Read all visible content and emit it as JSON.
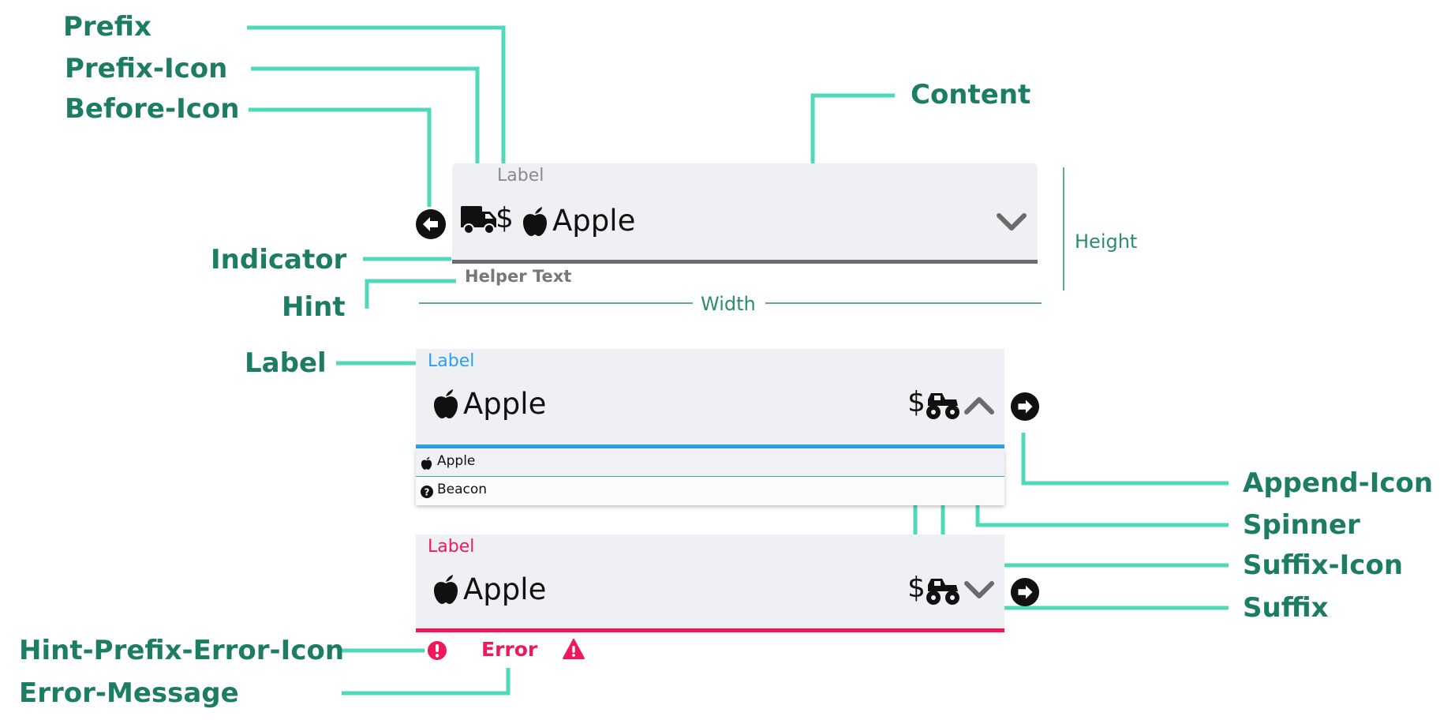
{
  "annotations": {
    "prefix": "Prefix",
    "prefix_icon": "Prefix-Icon",
    "before_icon": "Before-Icon",
    "content": "Content",
    "indicator": "Indicator",
    "hint": "Hint",
    "label": "Label",
    "append_icon": "Append-Icon",
    "spinner": "Spinner",
    "suffix_icon": "Suffix-Icon",
    "suffix": "Suffix",
    "hint_prefix_error_icon": "Hint-Prefix-Error-Icon",
    "error_message": "Error-Message"
  },
  "measures": {
    "height": "Height",
    "width": "Width"
  },
  "field1": {
    "label": "Label",
    "prefix": "$",
    "value": "Apple",
    "hint": "Helper Text",
    "icons": [
      "arrow-left-circle-icon",
      "truck-icon",
      "apple-icon",
      "chevron-down-icon"
    ]
  },
  "field2": {
    "label": "Label",
    "value": "Apple",
    "suffix": "$",
    "icons": [
      "apple-icon",
      "monster-truck-icon",
      "chevron-up-icon",
      "arrow-right-circle-icon"
    ],
    "menu_items": [
      {
        "label": "Apple",
        "icon": "apple-icon"
      },
      {
        "label": "Beacon",
        "icon": "question-circle-icon"
      }
    ]
  },
  "field3": {
    "label": "Label",
    "value": "Apple",
    "suffix": "$",
    "error_message": "Error",
    "icons": [
      "apple-icon",
      "monster-truck-icon",
      "chevron-down-icon",
      "arrow-right-circle-icon",
      "error-circle-icon",
      "warning-triangle-icon"
    ]
  },
  "colors": {
    "annotation_text": "#1d7d64",
    "leader_line": "#4fd8b9",
    "focus": "#2d9ef0",
    "error": "#f0185a",
    "indicator": "#6b6b6b",
    "field_bg": "#eff0f3"
  }
}
